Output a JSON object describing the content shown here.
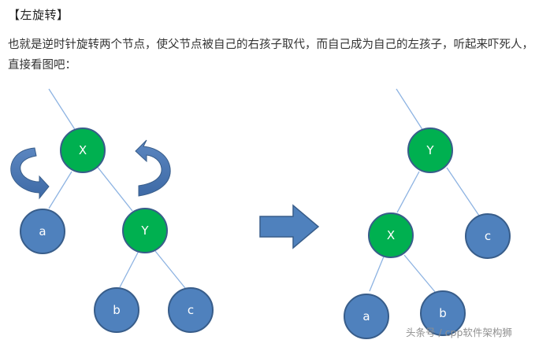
{
  "heading": "【左旋转】",
  "paragraph": "也就是逆时针旋转两个节点，使父节点被自己的右孩子取代，而自己成为自己的左孩子，听起来吓死人，直接看图吧：",
  "colors": {
    "green_node": "#00b050",
    "blue_node": "#4f81bd",
    "node_border": "#385d8a",
    "edge": "#8db3e2"
  },
  "diagram": {
    "before": {
      "nodes": {
        "x": "X",
        "y": "Y",
        "a": "a",
        "b": "b",
        "c": "c"
      }
    },
    "after": {
      "nodes": {
        "y": "Y",
        "x": "X",
        "a": "a",
        "b": "b",
        "c": "c"
      }
    }
  },
  "watermark": "头条号 / cpp软件架构狮"
}
